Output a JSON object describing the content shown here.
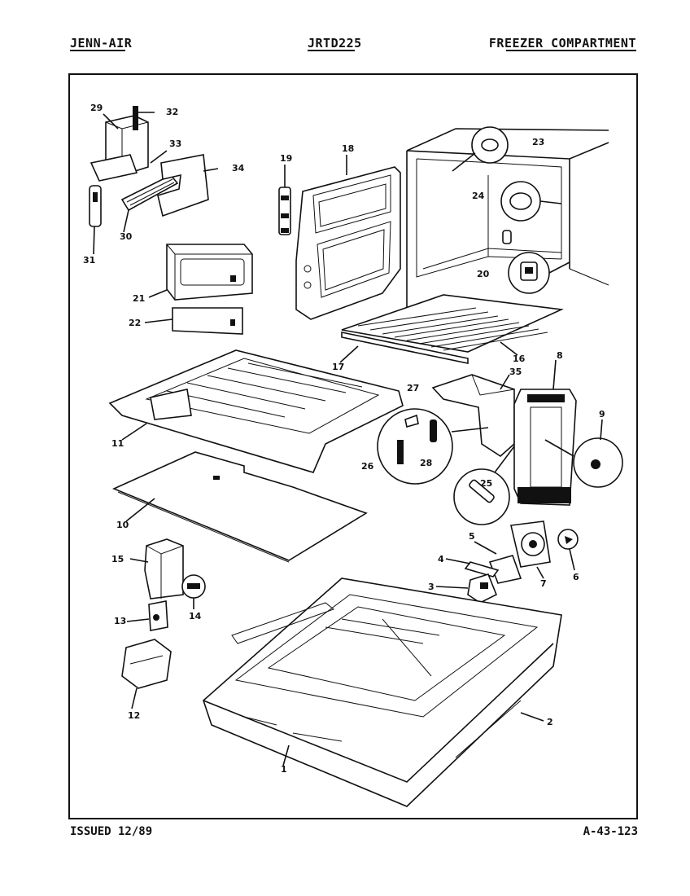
{
  "header": {
    "brand": "JENN-AIR",
    "model": "JRTD225",
    "section": "FREEZER COMPARTMENT"
  },
  "footer": {
    "issued": "ISSUED 12/89",
    "page_code": "A-43-123"
  },
  "callouts": [
    "1",
    "2",
    "3",
    "4",
    "5",
    "6",
    "7",
    "8",
    "9",
    "10",
    "11",
    "12",
    "13",
    "14",
    "15",
    "16",
    "17",
    "18",
    "19",
    "20",
    "21",
    "22",
    "23",
    "24",
    "25",
    "26",
    "27",
    "28",
    "29",
    "30",
    "31",
    "32",
    "33",
    "34",
    "35"
  ]
}
